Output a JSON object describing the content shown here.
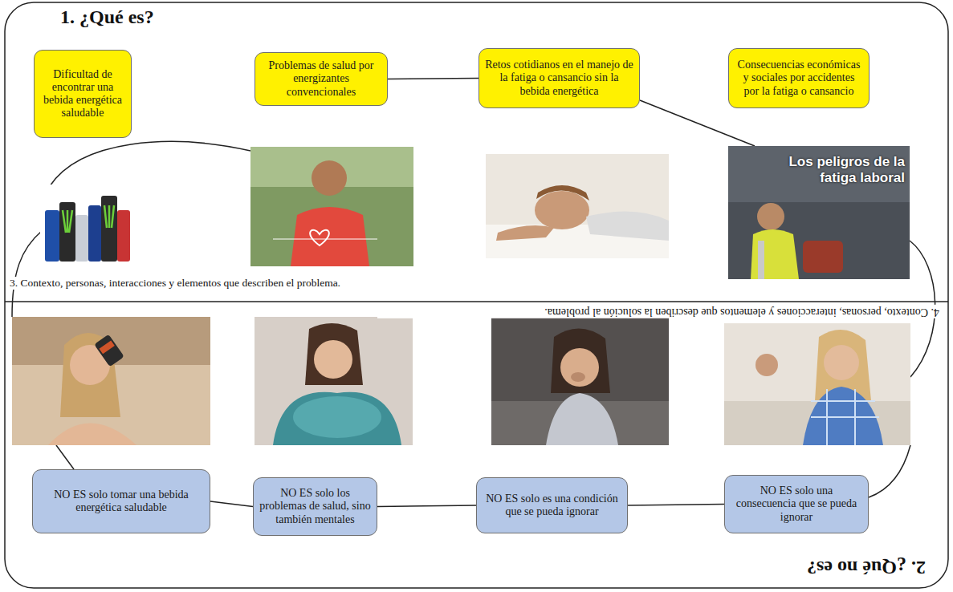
{
  "diagram": {
    "nodes": [
      {
        "text": [
          "Dificultad de encontrar una bebida energética saludable"
        ]
      },
      {
        "text": [
          "Problemas de salud por energizantes convencionales"
        ]
      },
      {
        "text": [
          "Retos cotidianos en el manejo de la fatiga o cansancio sin la bebida energética"
        ]
      },
      {
        "text": [
          "Consecuencias económicas y sociales por accidentes por la fatiga o cansancio"
        ]
      },
      {
        "text": [
          "NO ES solo tomar una bebida energética saludable"
        ]
      },
      {
        "text": [
          "NO ES solo los problemas de salud, sino también mentales"
        ]
      },
      {
        "text": [
          "NO ES solo es una condición que se pueda ignorar"
        ]
      },
      {
        "text": [
          "NO ES solo una consecuencia que se pueda ignorar"
        ]
      }
    ],
    "edges": [
      {
        "from": 1,
        "to": 2,
        "arrow": "none"
      },
      {
        "from": 4,
        "to": 5,
        "arrow": "none"
      },
      {
        "from": 5,
        "to": 6,
        "arrow": "none"
      },
      {
        "from": 6,
        "to": 7,
        "arrow": "none"
      }
    ],
    "labels": [
      "1. ¿Qué es?",
      "3. Contexto, personas, interacciones y elementos que describen el problema.",
      "4. Contexto, personas, interacciones y elementos que describen la solución al problema.",
      "2. ¿Qué no es?",
      "Los peligros de la fatiga laboral"
    ]
  }
}
